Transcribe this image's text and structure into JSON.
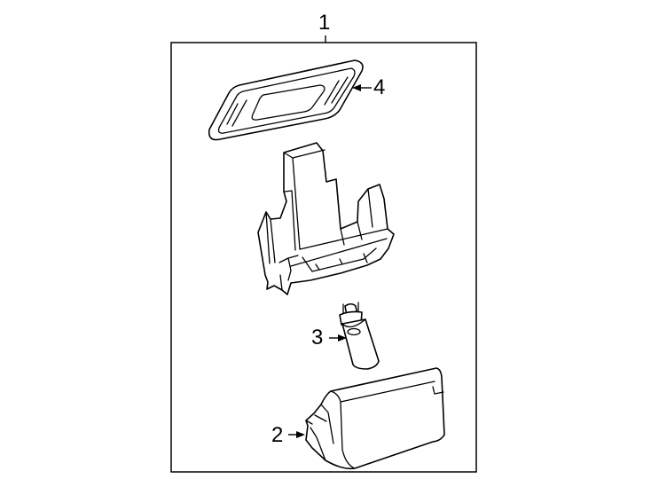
{
  "callouts": {
    "assembly": "1",
    "lens": "2",
    "bulb": "3",
    "bezel": "4"
  },
  "parts": [
    {
      "ref": "1",
      "part": "assembly-frame"
    },
    {
      "ref": "2",
      "part": "lamp-lens-housing"
    },
    {
      "ref": "3",
      "part": "bulb"
    },
    {
      "ref": "4",
      "part": "bezel"
    }
  ]
}
